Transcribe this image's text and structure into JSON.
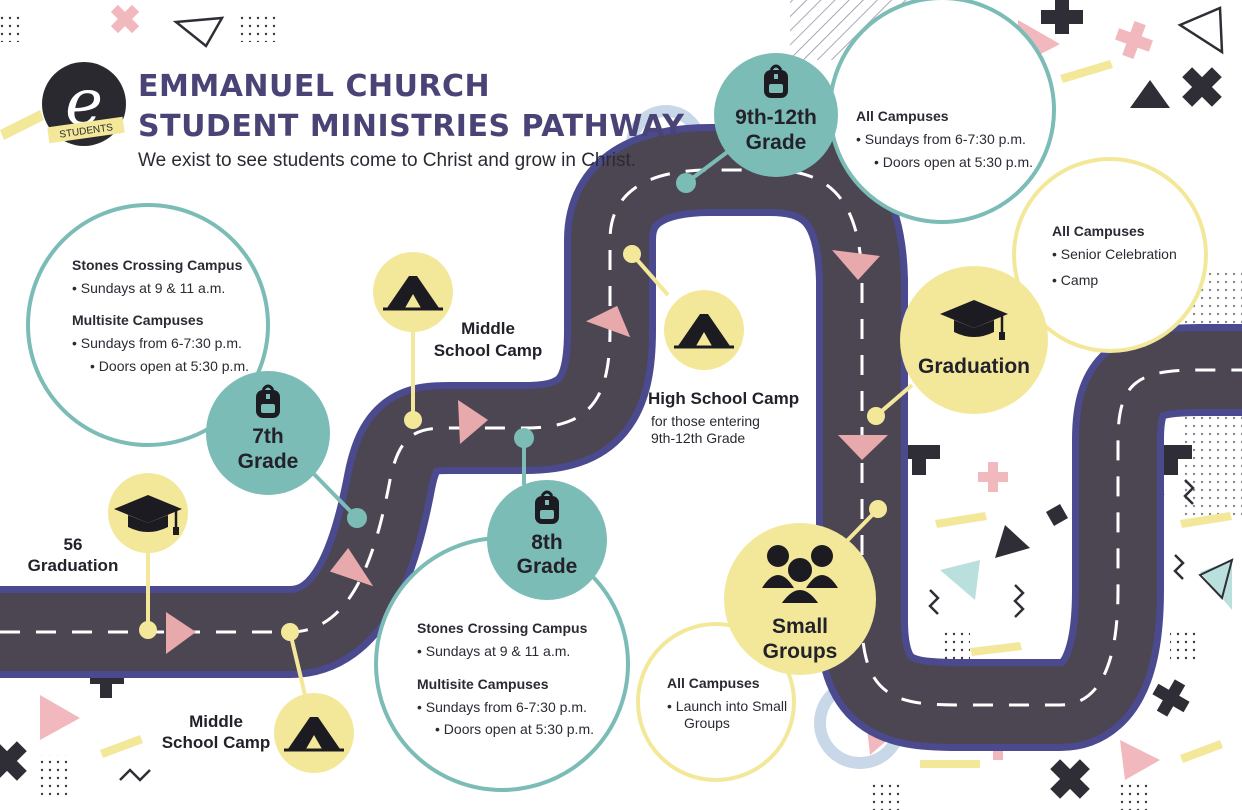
{
  "colors": {
    "teal": "#7cbcb6",
    "yellow": "#f3e89a",
    "road": "#4c4653",
    "road_edge": "#4b4a8e",
    "pink": "#e8a9ad",
    "navy_title": "#4a4476",
    "light_blue": "#c9d8e8"
  },
  "logo": {
    "letter": "e",
    "badge": "STUDENTS"
  },
  "header": {
    "title_line1": "EMMANUEL CHURCH",
    "title_line2": "STUDENT MINISTRIES PATHWAY",
    "tagline": "We exist to see students come to Christ and grow in Christ."
  },
  "stops": {
    "graduation_56": {
      "line1": "56",
      "line2": "Graduation",
      "icon": "graduation-cap-icon"
    },
    "camp_lower": {
      "line1": "Middle",
      "line2": "School Camp",
      "icon": "tent-icon"
    },
    "grade7": {
      "line1": "7th",
      "line2": "Grade",
      "icon": "backpack-icon"
    },
    "camp_middle": {
      "line1": "Middle",
      "line2": "School Camp",
      "icon": "tent-icon"
    },
    "grade8": {
      "line1": "8th",
      "line2": "Grade",
      "icon": "backpack-icon"
    },
    "high_school_camp": {
      "title": "High School Camp",
      "sub1": "for those entering",
      "sub2": "9th-12th Grade",
      "icon": "tent-icon"
    },
    "grade9_12": {
      "line1": "9th-12th",
      "line2": "Grade",
      "icon": "backpack-icon"
    },
    "small_groups": {
      "line1": "Small",
      "line2": "Groups",
      "icon": "group-people-icon"
    },
    "graduation": {
      "line1": "Graduation",
      "icon": "graduation-cap-icon"
    }
  },
  "info": {
    "grade7": {
      "head1": "Stones Crossing Campus",
      "line1": "• Sundays at 9 & 11 a.m.",
      "head2": "Multisite Campuses",
      "line2": "• Sundays from 6-7:30 p.m.",
      "line3": "• Doors open at 5:30 p.m."
    },
    "grade8": {
      "head1": "Stones Crossing Campus",
      "line1": "• Sundays at 9 & 11 a.m.",
      "head2": "Multisite Campuses",
      "line2": "• Sundays from 6-7:30 p.m.",
      "line3": "• Doors open at 5:30 p.m."
    },
    "grade9_12": {
      "head1": "All Campuses",
      "line1": "• Sundays from 6-7:30 p.m.",
      "line2": "• Doors open at 5:30 p.m."
    },
    "graduation": {
      "head1": "All Campuses",
      "line1": "• Senior Celebration",
      "line2": "• Camp"
    },
    "small_groups": {
      "head1": "All Campuses",
      "line1": "• Launch into Small",
      "line2": "Groups"
    }
  }
}
